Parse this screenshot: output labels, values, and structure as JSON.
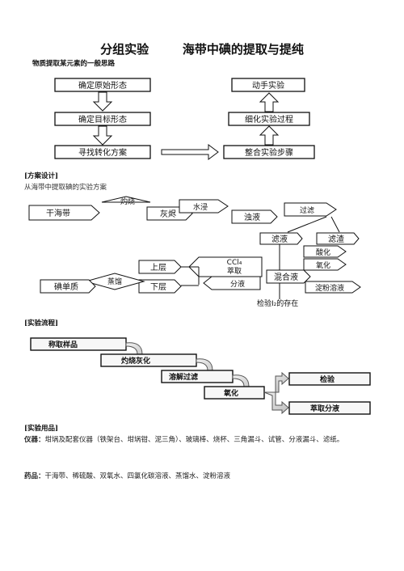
{
  "title": "分组实验        海带中碘的提取与提纯",
  "subtitle": "物质提取某元素的一般思路",
  "flow1": {
    "left": [
      "确定原始形态",
      "确定目标形态",
      "寻找转化方案"
    ],
    "right": [
      "动手实验",
      "细化实验过程",
      "整合实验步骤"
    ]
  },
  "design": {
    "heading": "[方案设计]",
    "caption": "从海带中提取碘的实验方案",
    "nodes": {
      "kelp": "干海带",
      "ash": "灰烬",
      "turbid": "浊液",
      "filtrate": "滤液",
      "residue": "滤渣",
      "mixture": "混合液",
      "upper": "上层",
      "lower": "下层",
      "iodine": "碘单质",
      "starch": "淀粉溶液",
      "test": "检验I₂的存在"
    },
    "arrows": {
      "burn": "灼烧",
      "soak": "水浸",
      "filter": "过滤",
      "acid": "酸化",
      "oxid": "氧化",
      "ccl4": "CCl₄",
      "extract": "萃取",
      "separate": "分液",
      "distill": "蒸馏"
    }
  },
  "process": {
    "heading": "[实验流程]",
    "steps": [
      "称取样品",
      "灼烧灰化",
      "溶解过滤",
      "氧化"
    ],
    "ends": [
      "检验",
      "萃取分液"
    ]
  },
  "materials": {
    "heading": "[实验用品]",
    "instruments_label": "仪器：",
    "instruments": "坩埚及配套仪器（铁架台、坩埚钳、泥三角）、玻璃棒、烧杯、三角漏斗、试管、分液漏斗、滤纸。",
    "reagents_label": "药品：",
    "reagents": "干海带、稀硫酸、双氧水、四氯化碳溶液、蒸馏水、淀粉溶液"
  }
}
